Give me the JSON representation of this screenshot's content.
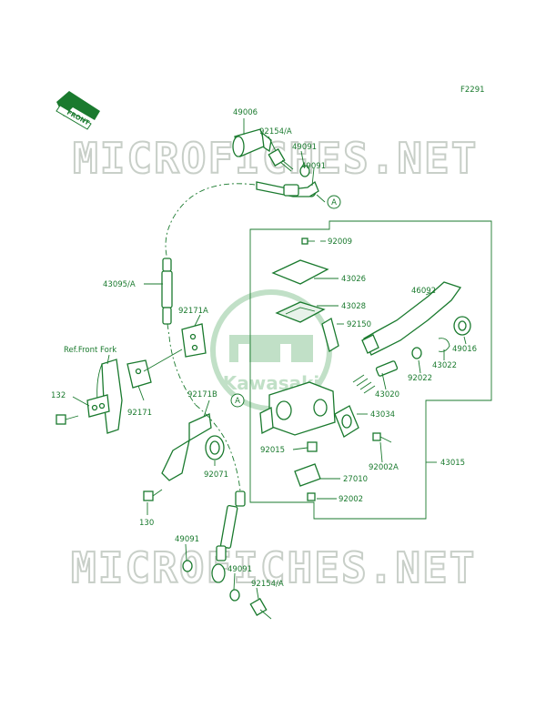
{
  "diagram_code": "F2291",
  "front_label": "FRONT",
  "ref_label": "Ref.Front Fork",
  "watermark": "MICROFICHES.NET",
  "logo_text": "Kawasaki",
  "callout_a": "A",
  "parts": {
    "p49006": "49006",
    "p92154a_top": "92154/A",
    "p49091_top1": "49091",
    "p49091_top2": "49091",
    "p92009": "92009",
    "p43026": "43026",
    "p43028": "43028",
    "p46092": "46092",
    "p92150": "92150",
    "p49016": "49016",
    "p43022": "43022",
    "p92022": "92022",
    "p43020": "43020",
    "p43034": "43034",
    "p43095a": "43095/A",
    "p92171a": "92171A",
    "p132": "132",
    "p92171": "92171",
    "p92171b": "92171B",
    "p92015": "92015",
    "p92002a": "92002A",
    "p43015": "43015",
    "p27010": "27010",
    "p92002": "92002",
    "p92071": "92071",
    "p130": "130",
    "p49091_bot1": "49091",
    "p49091_bot2": "49091",
    "p92154a_bot": "92154/A"
  }
}
